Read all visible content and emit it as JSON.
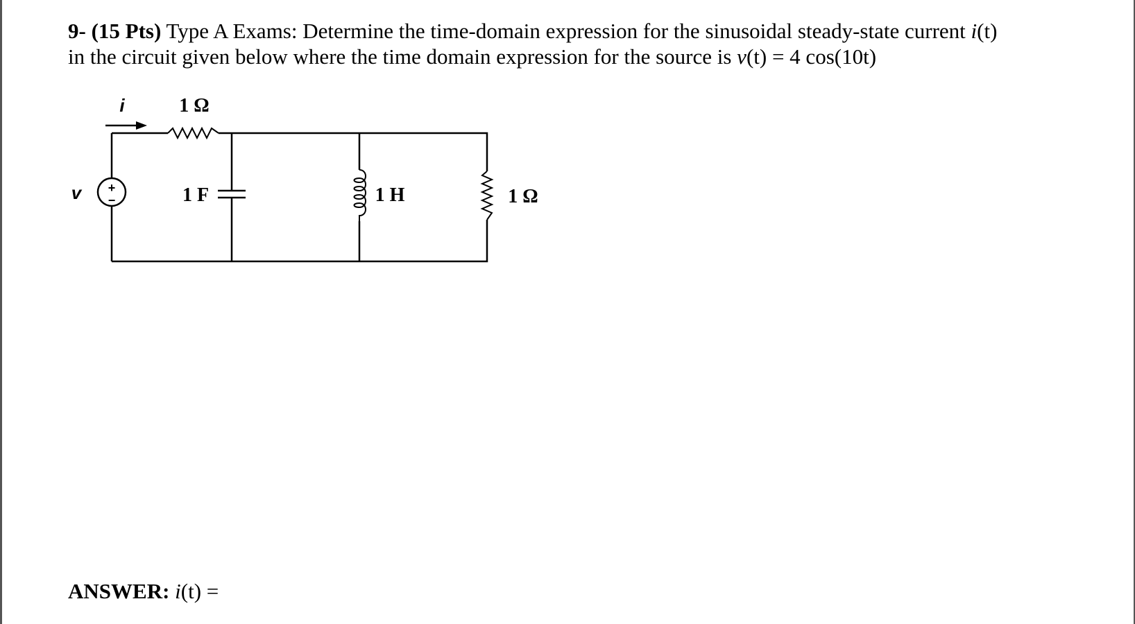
{
  "question": {
    "number": "9-",
    "points": "(15 Pts)",
    "line1_text": " Type A Exams: Determine the time-domain expression for the sinusoidal steady-state current ",
    "line1_var": "i",
    "line1_end": "(t)",
    "line2_text": "in the circuit given below where the time domain expression for the source is ",
    "line2_var": "v",
    "line2_end": "(t) = 4 cos(10t)"
  },
  "circuit": {
    "current_label": "i",
    "source_label": "v",
    "source_plus": "+",
    "source_minus": "−",
    "series_resistor": "1 Ω",
    "capacitor": "1 F",
    "inductor": "1 H",
    "shunt_resistor": "1 Ω"
  },
  "answer": {
    "label": "ANSWER:",
    "var": "i",
    "expr": "(t) ="
  }
}
